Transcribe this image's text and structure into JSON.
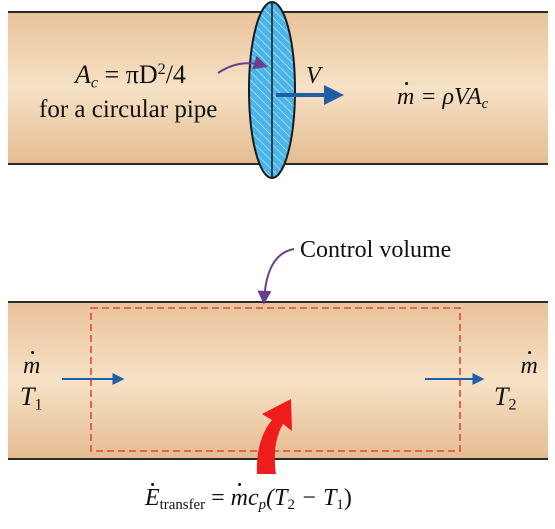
{
  "top": {
    "area_eq": {
      "lhs": "A",
      "lhs_sub": "c",
      "rhs": "= πD",
      "exp": "2",
      "tail": "/4"
    },
    "area_caption": "for a circular pipe",
    "velocity_label": "V",
    "mass_flow_eq": {
      "m": "m",
      "rhs": "= ρVA",
      "sub": "c"
    }
  },
  "bottom": {
    "cv_label": "Control volume",
    "inlet": {
      "m": "m",
      "T": "T",
      "T_sub": "1"
    },
    "outlet": {
      "m": "m",
      "T": "T",
      "T_sub": "2"
    },
    "energy_eq": {
      "E": "E",
      "E_sub": "transfer",
      "rhs_a": "= ",
      "m": "m",
      "c": "c",
      "c_sub": "p",
      "rhs_b": "(T",
      "sub2": "2",
      "mid": " − T",
      "sub1": "1",
      "end": ")"
    }
  },
  "colors": {
    "pipe_fill": "#f2d3ad",
    "pipe_edge": "#2a2a2a",
    "section_fill": "#49b5e8",
    "arrow_blue": "#1f5fa8",
    "cv_dash": "#e0463a",
    "heat_red": "#ee1c1c",
    "pointer_purple": "#6a3d8f"
  }
}
